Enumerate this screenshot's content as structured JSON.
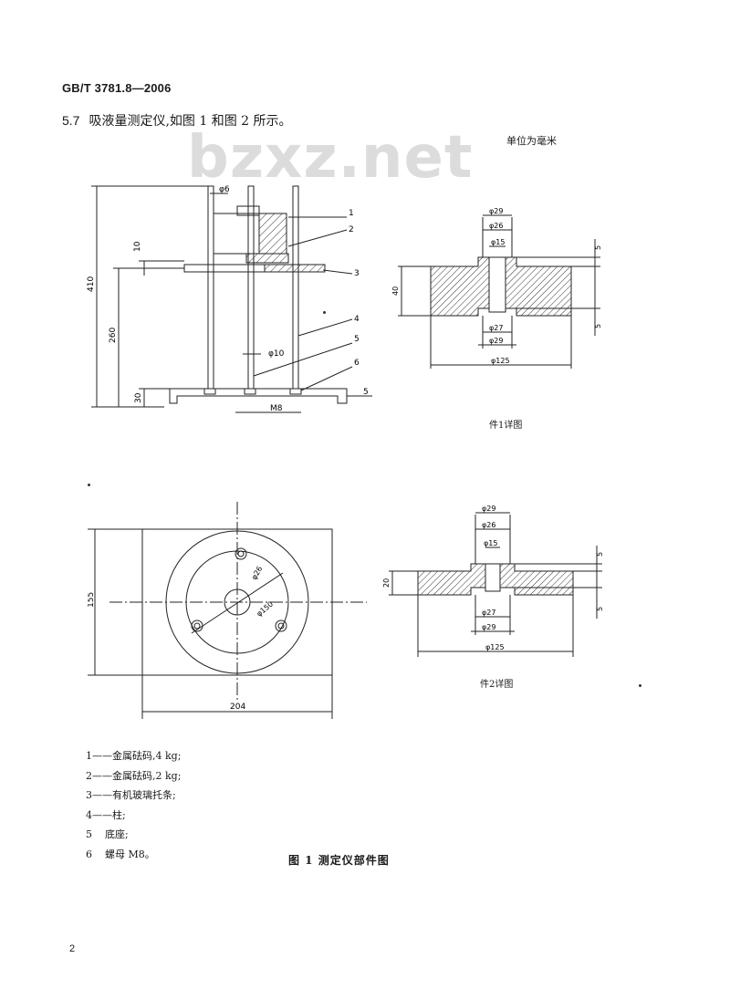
{
  "header": {
    "standard": "GB/T 3781.8—2006"
  },
  "section": {
    "number": "5.7",
    "text": "吸液量测定仪,如图 1 和图 2 所示。"
  },
  "unit_note": "单位为毫米",
  "watermark": "bzxz.net",
  "drawing1": {
    "dims": {
      "d6": "φ6",
      "h410": "410",
      "h10": "10",
      "h260": "260",
      "h30": "30",
      "d10": "φ10",
      "m8": "M8",
      "s5": "5"
    },
    "callouts": [
      "1",
      "2",
      "3",
      "4",
      "5",
      "6"
    ]
  },
  "part1": {
    "dims": {
      "d29t": "φ29",
      "d26": "φ26",
      "d15": "φ15",
      "d27": "φ27",
      "d29b": "φ29",
      "d125": "φ125",
      "h40": "40",
      "h5a": "5",
      "h5b": "5"
    },
    "caption": "件1详图"
  },
  "plan": {
    "dims": {
      "d26": "φ26",
      "d150": "φ150",
      "h155": "155",
      "w204": "204"
    }
  },
  "part2": {
    "dims": {
      "d29t": "φ29",
      "d26": "φ26",
      "d15": "φ15",
      "d27": "φ27",
      "d29b": "φ29",
      "d125": "φ125",
      "h20": "20",
      "h5a": "5",
      "h5b": "5"
    },
    "caption": "件2详图"
  },
  "legend": [
    "1——金属砝码,4 kg;",
    "2——金属砝码,2 kg;",
    "3——有机玻璃托条;",
    "4——柱;",
    "5    底座;",
    "6    螺母 M8。"
  ],
  "figure_caption": "图 1   测定仪部件图",
  "page_number": "2"
}
